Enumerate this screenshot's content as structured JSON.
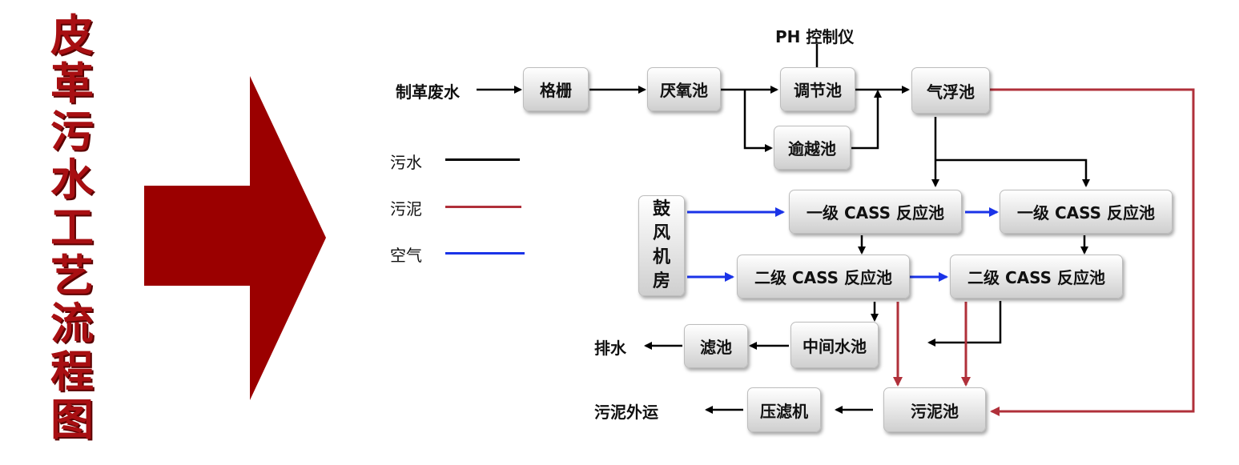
{
  "title_chars": [
    "皮",
    "革",
    "污",
    "水",
    "工",
    "艺",
    "流",
    "程",
    "图"
  ],
  "colors": {
    "title": "#a80f12",
    "arrow": "#9b0000",
    "sewage": "#000000",
    "sludge": "#b0303a",
    "air": "#1a33e8"
  },
  "labels": {
    "input": "制革废水",
    "ph": "PH 控制仪",
    "discharge": "排水",
    "sludge_out": "污泥外运"
  },
  "nodes": {
    "grille": "格栅",
    "anaerobic": "厌氧池",
    "regulating": "调节池",
    "flotation": "气浮池",
    "overflow": "逾越池",
    "blower": [
      "鼓",
      "风",
      "机",
      "房"
    ],
    "cass1a": "一级 CASS 反应池",
    "cass1b": "一级 CASS 反应池",
    "cass2a": "二级 CASS 反应池",
    "cass2b": "二级 CASS 反应池",
    "filter": "滤池",
    "intermediate": "中间水池",
    "sludge_tank": "污泥池",
    "press": "压滤机"
  },
  "legend": [
    {
      "label": "污水",
      "color": "#000000"
    },
    {
      "label": "污泥",
      "color": "#b0303a"
    },
    {
      "label": "空气",
      "color": "#1a33e8"
    }
  ]
}
